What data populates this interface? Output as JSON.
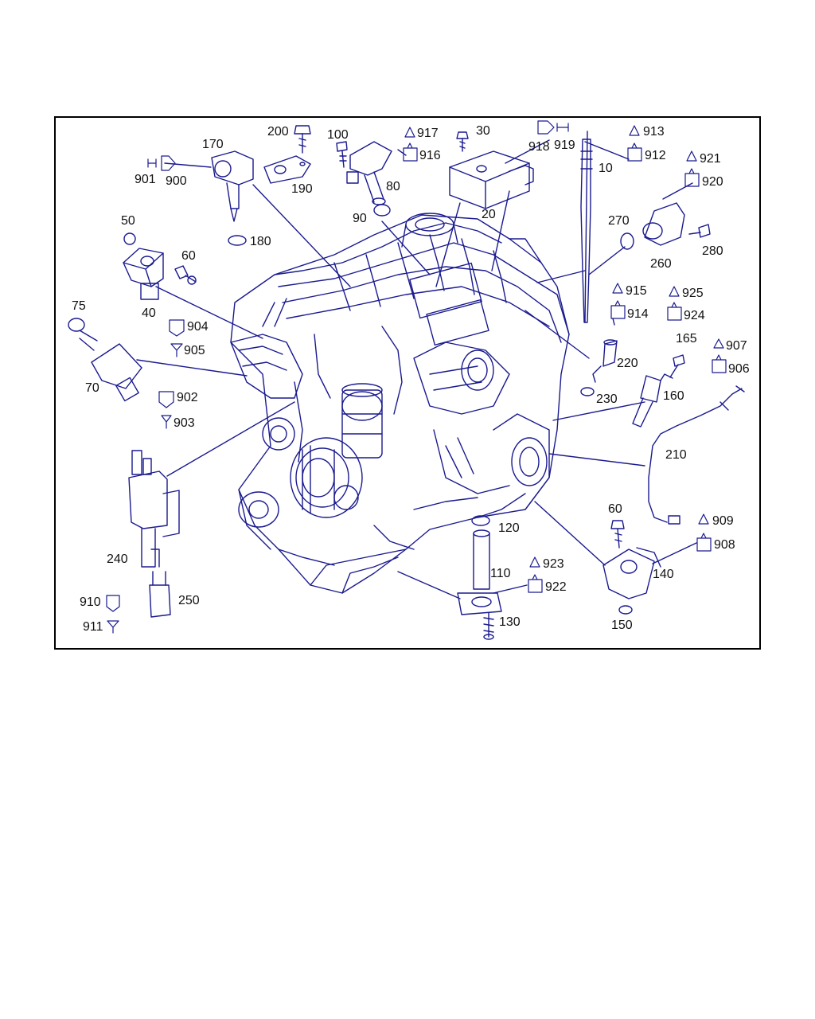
{
  "labels": {
    "l10": "10",
    "l20": "20",
    "l30": "30",
    "l40": "40",
    "l50": "50",
    "l60a": "60",
    "l60b": "60",
    "l70": "70",
    "l75": "75",
    "l80": "80",
    "l90": "90",
    "l100": "100",
    "l110": "110",
    "l120": "120",
    "l130": "130",
    "l140": "140",
    "l150": "150",
    "l160": "160",
    "l165": "165",
    "l170": "170",
    "l180": "180",
    "l190": "190",
    "l200": "200",
    "l210": "210",
    "l220": "220",
    "l230": "230",
    "l240": "240",
    "l250": "250",
    "l260": "260",
    "l270": "270",
    "l280": "280",
    "l900": "900",
    "l901": "901",
    "l902": "902",
    "l903": "903",
    "l904": "904",
    "l905": "905",
    "l906": "906",
    "l907": "907",
    "l908": "908",
    "l909": "909",
    "l910": "910",
    "l911": "911",
    "l912": "912",
    "l913": "913",
    "l914": "914",
    "l915": "915",
    "l916": "916",
    "l917": "917",
    "l918": "918",
    "l919": "919",
    "l920": "920",
    "l921": "921",
    "l922": "922",
    "l923": "923",
    "l924": "924",
    "l925": "925"
  },
  "colors": {
    "line": "#1a1a8f",
    "frame": "#000000",
    "text": "#111111"
  }
}
